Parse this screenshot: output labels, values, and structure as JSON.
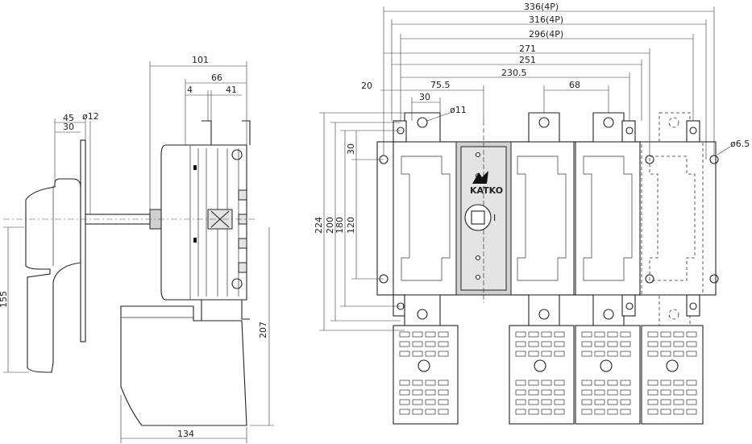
{
  "side_view": {
    "dims": {
      "d101": "101",
      "d66": "66",
      "d4": "4",
      "d41": "41",
      "d45": "45",
      "d30": "30",
      "phi12": "ø12",
      "d155": "155",
      "d207": "207",
      "d134": "134"
    }
  },
  "front_view": {
    "dims": {
      "d336": "336(4P)",
      "d316": "316(4P)",
      "d296": "296(4P)",
      "d271": "271",
      "d251": "251",
      "d230": "230.5",
      "d20": "20",
      "d75": "75.5",
      "d30": "30",
      "d68": "68",
      "phi11": "ø11",
      "phi65": "ø6.5",
      "v30": "30",
      "v224": "224",
      "v200": "200",
      "v180": "180",
      "v120": "120"
    },
    "brand": "KATKO",
    "switch_mark": "I"
  }
}
